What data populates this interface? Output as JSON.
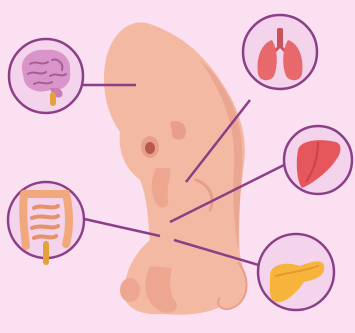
{
  "palette": {
    "background": "#fbe0f1",
    "circle_fill": "#f3d4ec",
    "circle_stroke": "#8b3f87",
    "connector": "#8b3f87",
    "embryo_fill": "#f4b9a2",
    "embryo_shadow": "#e79e8a",
    "brain": "#d995c9",
    "lungs": "#e8696b",
    "liver": "#e6575c",
    "intestines": "#f0a87c",
    "pancreas": "#f7b43c"
  },
  "organs": [
    {
      "name": "brain",
      "icon": "brain-icon"
    },
    {
      "name": "lungs",
      "icon": "lungs-icon"
    },
    {
      "name": "liver",
      "icon": "liver-icon"
    },
    {
      "name": "intestines",
      "icon": "intestines-icon"
    },
    {
      "name": "pancreas",
      "icon": "pancreas-icon"
    }
  ]
}
